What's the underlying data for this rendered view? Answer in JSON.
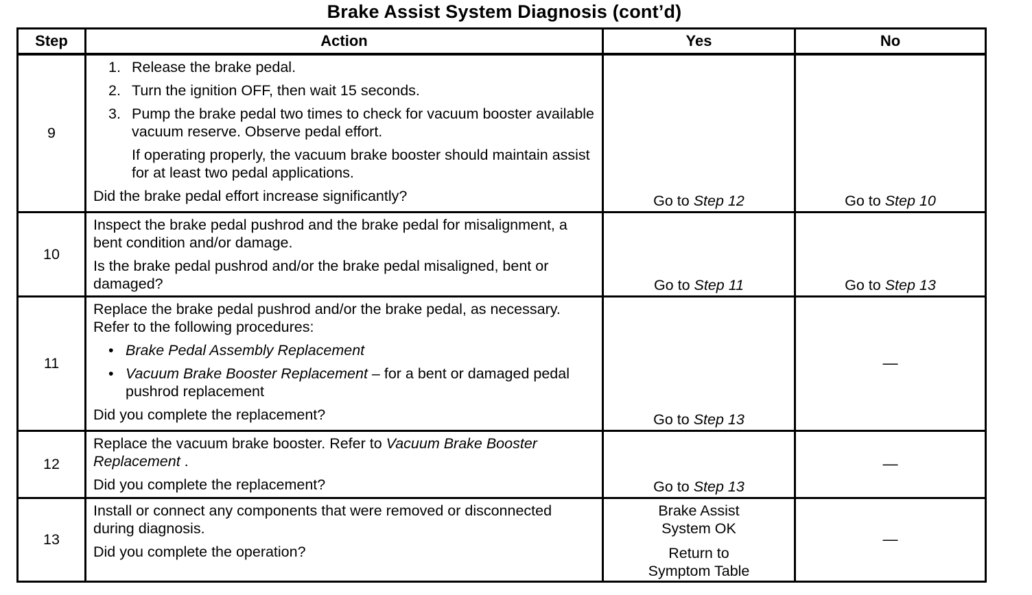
{
  "title": "Brake Assist System Diagnosis  (cont’d)",
  "headers": {
    "step": "Step",
    "action": "Action",
    "yes": "Yes",
    "no": "No"
  },
  "rows": [
    {
      "step": "9",
      "items": [
        "Release the brake pedal.",
        "Turn the ignition OFF, then wait 15 seconds.",
        "Pump the brake pedal two times to check for vacuum booster available vacuum reserve. Observe pedal effort."
      ],
      "note": "If operating properly, the vacuum brake booster should maintain assist for at least two pedal applications.",
      "question": "Did the brake pedal effort increase significantly?",
      "yes_prefix": "Go to ",
      "yes_step": "Step 12",
      "no_prefix": "Go to ",
      "no_step": "Step 10"
    },
    {
      "step": "10",
      "text": "Inspect the brake pedal pushrod and the brake pedal for misalignment, a bent condition and/or damage.",
      "question": "Is the brake pedal pushrod and/or the brake pedal misaligned, bent or damaged?",
      "yes_prefix": "Go to ",
      "yes_step": "Step 11",
      "no_prefix": "Go to ",
      "no_step": "Step 13"
    },
    {
      "step": "11",
      "text": "Replace the brake pedal pushrod and/or the brake pedal, as necessary. Refer to the following procedures:",
      "bullet1": "Brake Pedal Assembly Replacement",
      "bullet2_em": "Vacuum Brake Booster Replacement",
      "bullet2_rest": " – for a bent or damaged pedal pushrod replacement",
      "question": "Did you complete the replacement?",
      "yes_prefix": "Go to ",
      "yes_step": "Step 13",
      "no": "—"
    },
    {
      "step": "12",
      "text": "Replace the vacuum brake booster. Refer to ",
      "text_em": "Vacuum Brake Booster Replacement",
      "text_end": " .",
      "question": "Did you complete the replacement?",
      "yes_prefix": "Go to ",
      "yes_step": "Step 13",
      "no": "—"
    },
    {
      "step": "13",
      "text": "Install or connect any components that were removed or disconnected during diagnosis.",
      "question": "Did you complete the operation?",
      "yes_line1": "Brake Assist System OK",
      "yes_line2": "Return to Symptom Table",
      "no": "—"
    }
  ]
}
